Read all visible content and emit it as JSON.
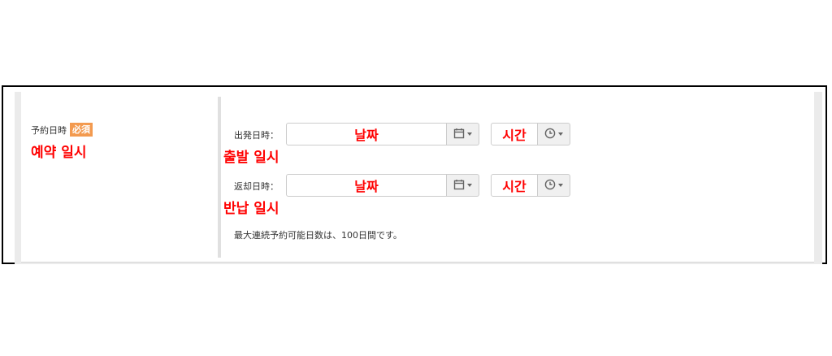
{
  "reservation": {
    "label": "予約日時",
    "required_badge": "必須",
    "annotation": "예약 일시"
  },
  "departure": {
    "label": "出発日時：",
    "annotation": "출발 일시",
    "date_overlay": "날짜",
    "time_overlay": "시간",
    "date_icon": "calendar-icon",
    "time_icon": "clock-icon"
  },
  "return": {
    "label": "返却日時：",
    "annotation": "반납 일시",
    "date_overlay": "날짜",
    "time_overlay": "시간",
    "date_icon": "calendar-icon",
    "time_icon": "clock-icon"
  },
  "note": "最大連続予約可能日数は、100日間です。",
  "colors": {
    "annotation": "#ff0000",
    "badge": "#f39a4f",
    "panel_bg": "#ebebeb"
  }
}
